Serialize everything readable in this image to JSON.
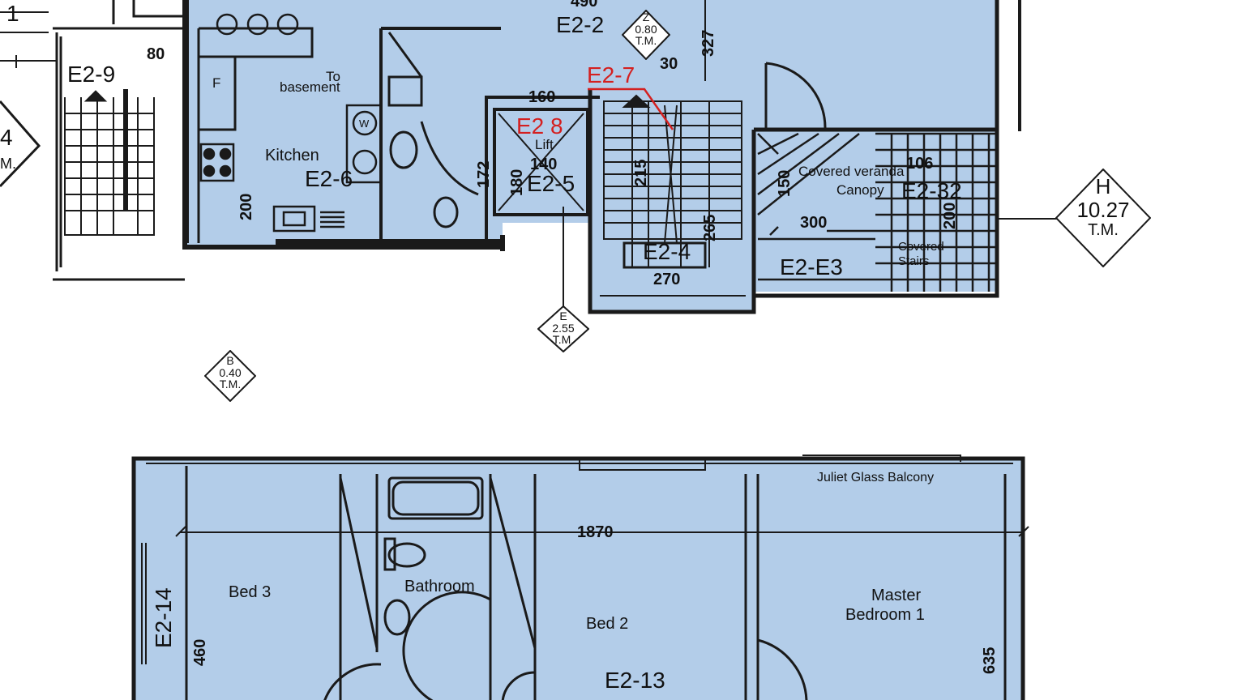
{
  "rooms": {
    "kitchen": "Kitchen",
    "to_basement_1": "To",
    "to_basement_2": "basement",
    "fridge": "F",
    "lift": "Lift",
    "covered_veranda": "Covered veranda",
    "canopy": "Canopy",
    "covered_stairs": "Covered Stairs",
    "bed3": "Bed 3",
    "bathroom": "Bathroom",
    "bed2": "Bed 2",
    "master_1": "Master",
    "master_2": "Bedroom 1",
    "juliet": "Juliet Glass Balcony",
    "washer": "W"
  },
  "codes": {
    "e2_2": "E2-2",
    "e2_9": "E2-9",
    "e2_6": "E2-6",
    "e2_8": "E2 8",
    "e2_5": "E2-5",
    "e2_7": "E2-7",
    "e2_4": "E2-4",
    "e2_32": "E2-32",
    "e2_e3": "E2-E3",
    "e2_14": "E2-14",
    "e2_13": "E2-13",
    "one": "1",
    "four": "4"
  },
  "dims": {
    "d490": "490",
    "d80": "80",
    "d327": "327",
    "d30": "30",
    "d160": "160",
    "d140": "140",
    "d172": "172",
    "d180": "180",
    "d215": "215",
    "d200": "200",
    "d265": "265",
    "d270": "270",
    "d150": "150",
    "d106": "106",
    "d200b": "200",
    "d300": "300",
    "d1870": "1870",
    "d460": "460",
    "d635": "635"
  },
  "level_tags": {
    "z": {
      "letter": "Z",
      "value": "0.80",
      "unit": "T.M."
    },
    "e": {
      "letter": "E",
      "value": "2.55",
      "unit": "T.M."
    },
    "b": {
      "letter": "B",
      "value": "0.40",
      "unit": "T.M."
    },
    "h": {
      "letter": "H",
      "value": "10.27",
      "unit": "T.M."
    },
    "left": {
      "unit": "M."
    }
  },
  "colors": {
    "room_fill": "#b3cde9",
    "wall": "#1a1a1a",
    "annotation_red": "#d42020"
  }
}
